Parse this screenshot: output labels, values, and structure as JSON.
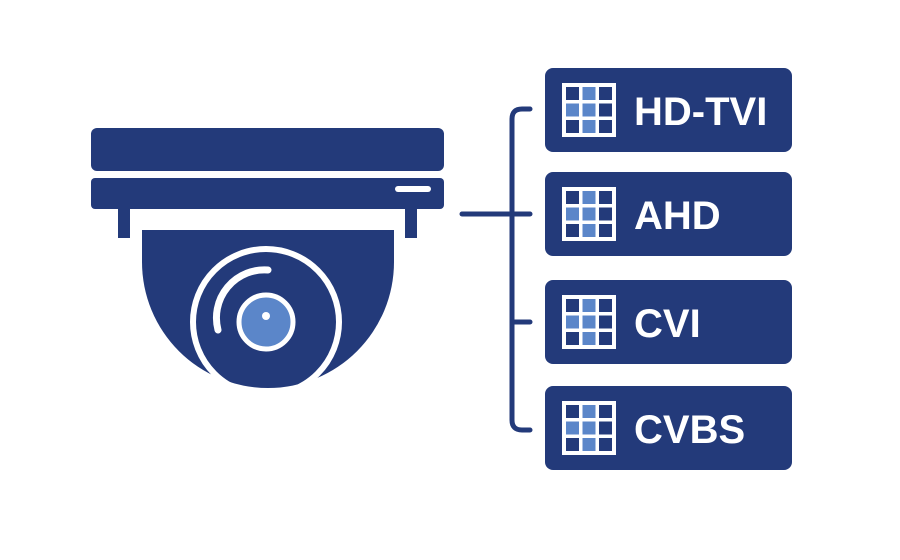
{
  "colors": {
    "navy": "#233a7a",
    "accent_blue": "#5b86c9",
    "background": "#ffffff"
  },
  "camera": {
    "icon": "dome-camera-icon"
  },
  "formats": [
    {
      "label": "HD-TVI",
      "icon": "grid-icon"
    },
    {
      "label": "AHD",
      "icon": "grid-icon"
    },
    {
      "label": "CVI",
      "icon": "grid-icon"
    },
    {
      "label": "CVBS",
      "icon": "grid-icon"
    }
  ]
}
